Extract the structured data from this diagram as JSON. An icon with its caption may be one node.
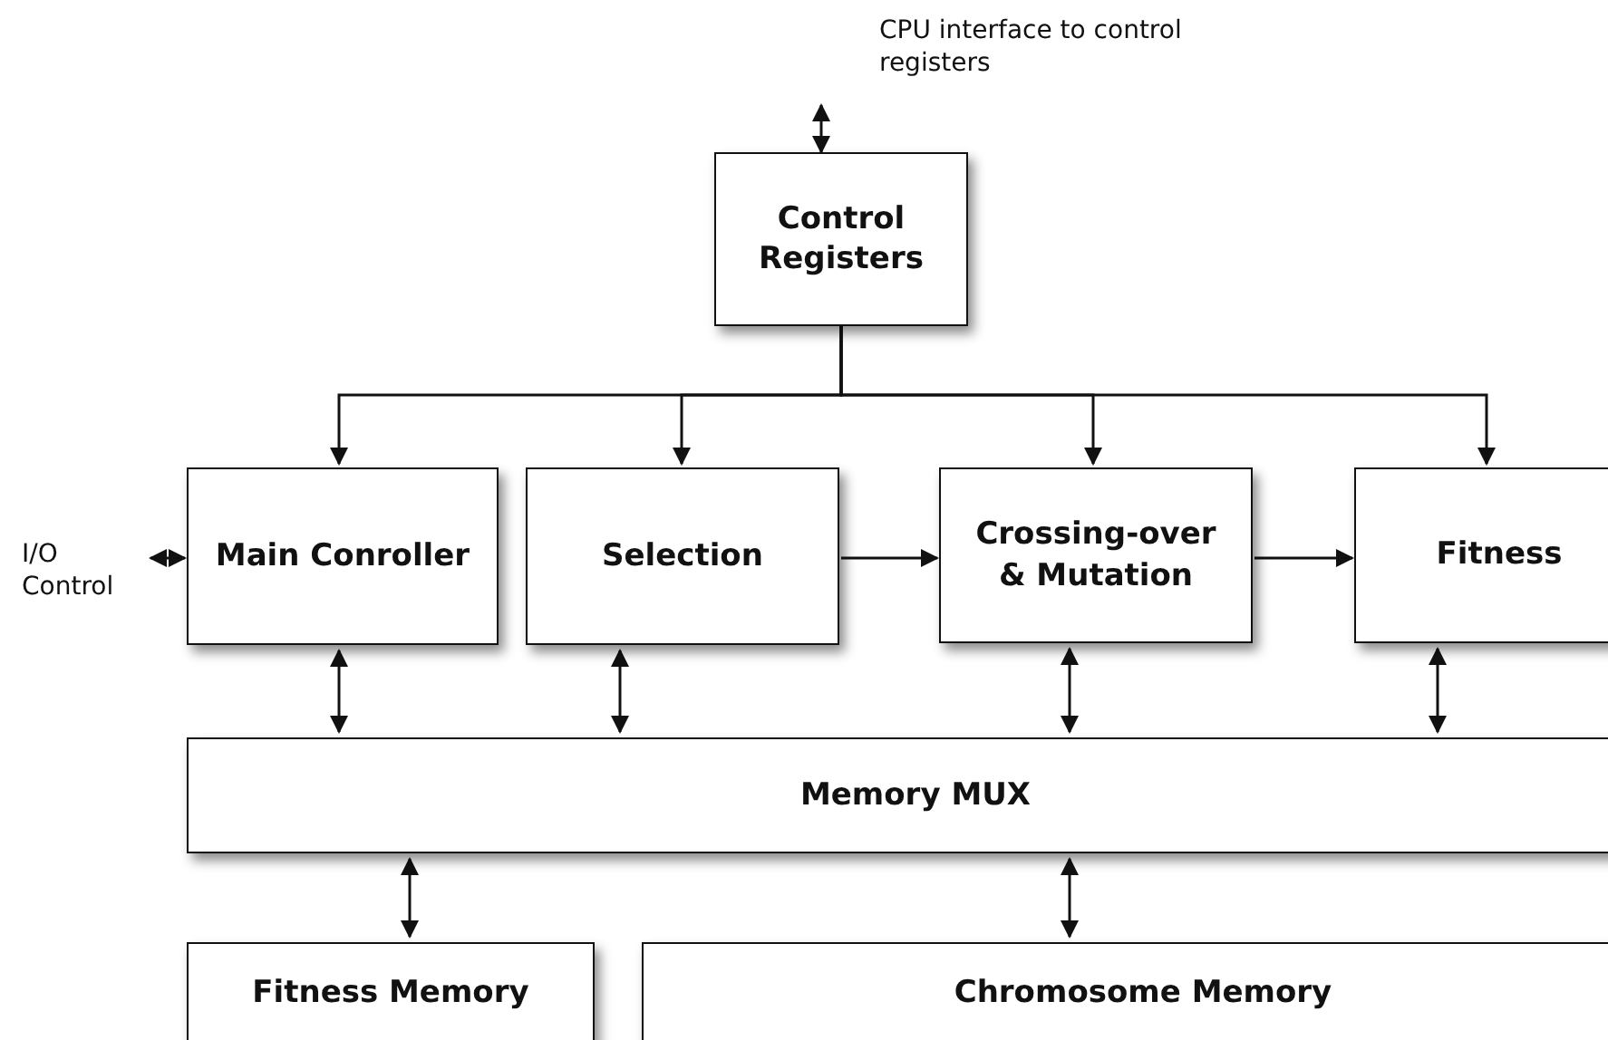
{
  "diagram": {
    "nodes": [
      {
        "text": [
          "CPU interface to control registers"
        ]
      },
      {
        "text": [
          "Control Registers"
        ]
      },
      {
        "text": [
          "I/O Control"
        ]
      },
      {
        "text": [
          "Main Conroller"
        ]
      },
      {
        "text": [
          "Selection"
        ]
      },
      {
        "text": [
          "Crossing-over & Mutation"
        ]
      },
      {
        "text": [
          "Fitness"
        ]
      },
      {
        "text": [
          "Memory MUX"
        ]
      },
      {
        "text": [
          "Fitness Memory"
        ]
      },
      {
        "text": [
          "Chromosome Memory"
        ]
      }
    ],
    "edges": [
      {
        "from": 0,
        "to": 1,
        "arrow": "both"
      },
      {
        "from": 1,
        "to": 3,
        "arrow": "to"
      },
      {
        "from": 1,
        "to": 4,
        "arrow": "to"
      },
      {
        "from": 1,
        "to": 5,
        "arrow": "to"
      },
      {
        "from": 1,
        "to": 6,
        "arrow": "to"
      },
      {
        "from": 2,
        "to": 3,
        "arrow": "both"
      },
      {
        "from": 4,
        "to": 5,
        "arrow": "to"
      },
      {
        "from": 5,
        "to": 6,
        "arrow": "to"
      },
      {
        "from": 3,
        "to": 7,
        "arrow": "both"
      },
      {
        "from": 4,
        "to": 7,
        "arrow": "both"
      },
      {
        "from": 5,
        "to": 7,
        "arrow": "both"
      },
      {
        "from": 6,
        "to": 7,
        "arrow": "both"
      },
      {
        "from": 7,
        "to": 8,
        "arrow": "both"
      },
      {
        "from": 7,
        "to": 9,
        "arrow": "both"
      }
    ]
  }
}
